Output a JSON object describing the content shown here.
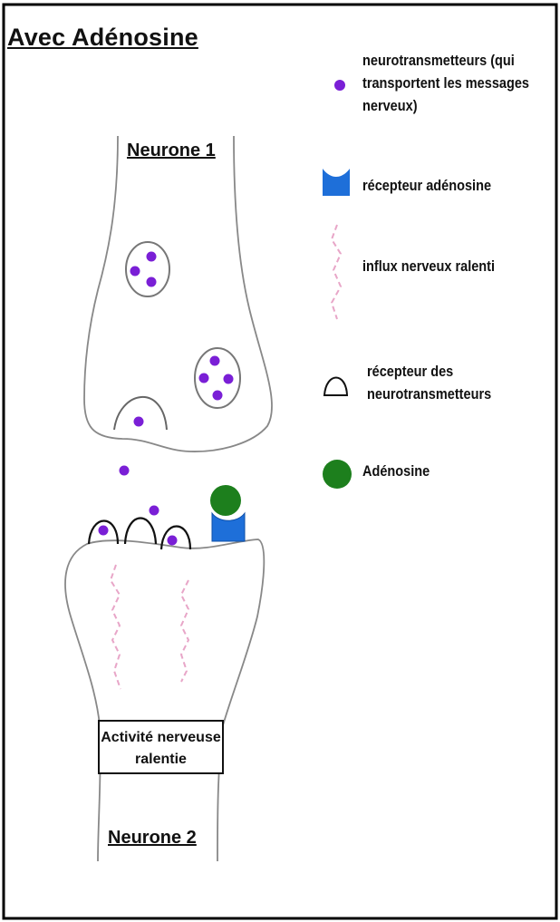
{
  "title": "Avec Adénosine",
  "neurons": {
    "top_label": "Neurone 1",
    "bottom_label": "Neurone 2"
  },
  "legend": [
    {
      "icon": "purple-dot",
      "text": "neurotransmetteurs (qui\ntransportent les messages\nnerveux)"
    },
    {
      "icon": "blue-receptor",
      "text": "récepteur adénosine"
    },
    {
      "icon": "pink-zigzag",
      "text": "influx nerveux ralenti"
    },
    {
      "icon": "arch-receptor",
      "text": "récepteur des\nneurotransmetteurs"
    },
    {
      "icon": "green-circle",
      "text": "Adénosine"
    }
  ],
  "activity_box": "Activité nerveuse\nralentie",
  "colors": {
    "neurotransmitter": "#7a1fd6",
    "adenosine": "#1d7f1d",
    "adenosine_receptor": "#1e6fd9",
    "nerve_impulse": "#e8a6c8",
    "outline": "#777777",
    "border": "#000000"
  }
}
